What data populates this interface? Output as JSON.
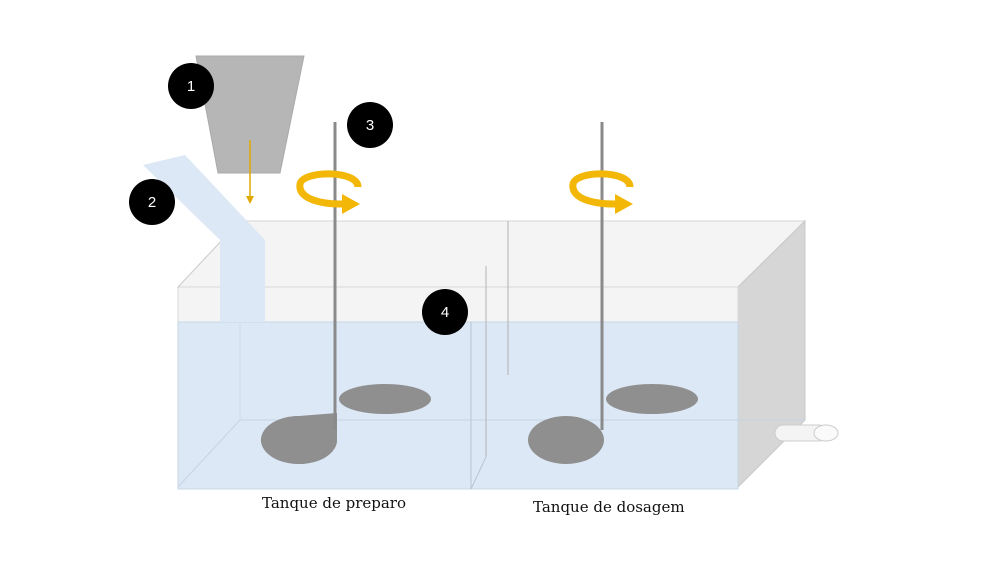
{
  "labels": {
    "prep_tank": "Tanque de preparo",
    "dosing_tank": "Tanque de dosagem"
  },
  "markers": [
    {
      "id": "hopper",
      "number": "1"
    },
    {
      "id": "water-inlet",
      "number": "2"
    },
    {
      "id": "agitator",
      "number": "3"
    },
    {
      "id": "divider",
      "number": "4"
    }
  ],
  "colors": {
    "water": "#dce8f5",
    "tank_glass": "#f3f3f3",
    "tank_side": "#d5d5d5",
    "hopper": "#b6b6b6",
    "impeller": "#8f8f8f",
    "rotation_arrow": "#f2b707",
    "marker": "#000000"
  },
  "icons": {
    "rotation": "curved-rotation-arrow-icon",
    "feed": "down-arrow-icon"
  }
}
